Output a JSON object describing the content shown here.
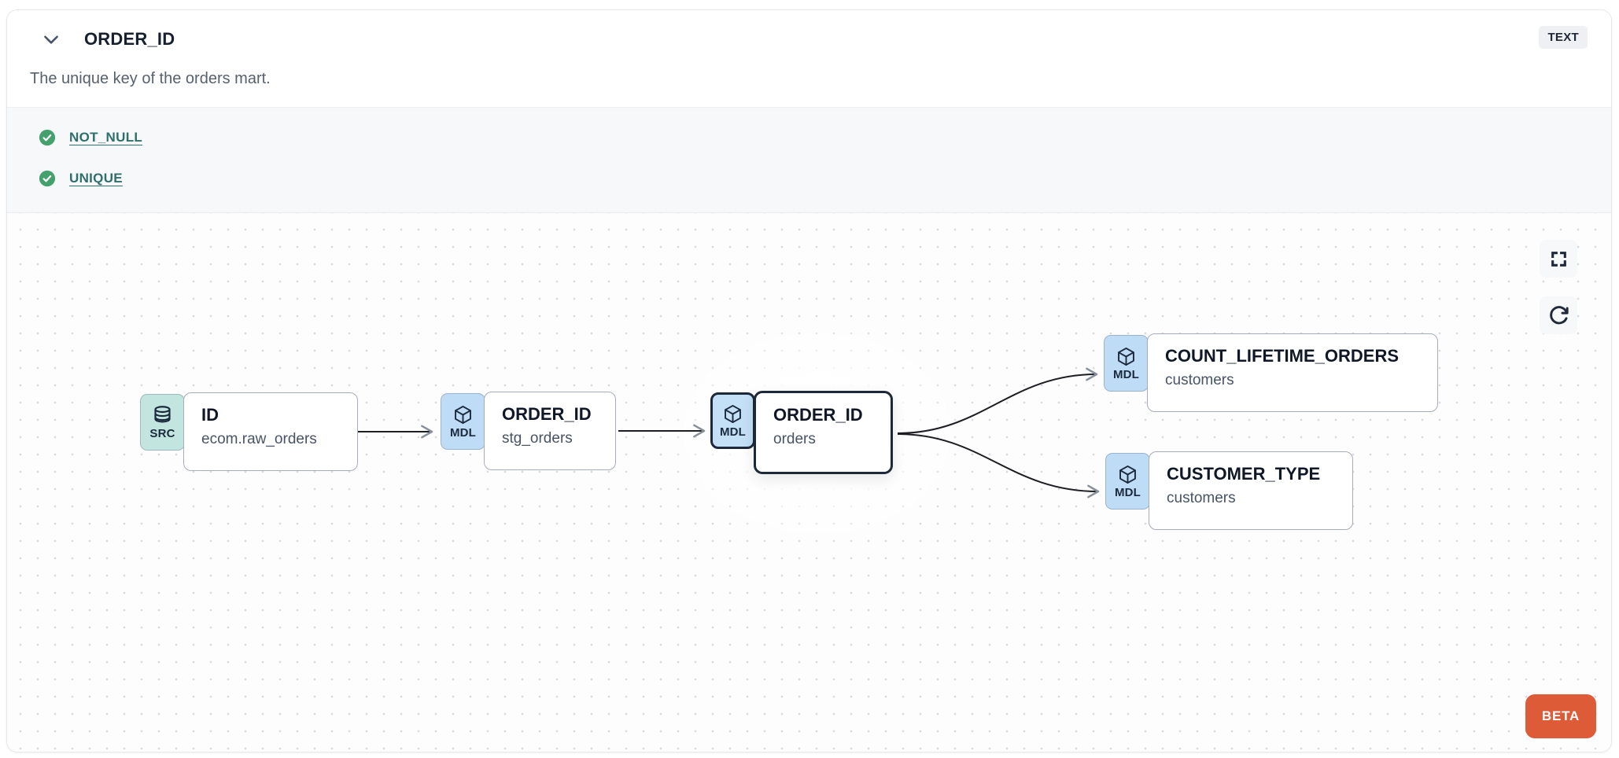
{
  "header": {
    "column_name": "ORDER_ID",
    "description": "The unique key of the orders mart.",
    "type_badge": "TEXT"
  },
  "tests": {
    "items": [
      {
        "name": "NOT_NULL",
        "status": "pass"
      },
      {
        "name": "UNIQUE",
        "status": "pass"
      }
    ]
  },
  "lineage": {
    "nodes": [
      {
        "badge": "SRC",
        "icon": "database-icon",
        "title": "ID",
        "subtitle": "ecom.raw_orders",
        "selected": false
      },
      {
        "badge": "MDL",
        "icon": "cube-icon",
        "title": "ORDER_ID",
        "subtitle": "stg_orders",
        "selected": false
      },
      {
        "badge": "MDL",
        "icon": "cube-icon",
        "title": "ORDER_ID",
        "subtitle": "orders",
        "selected": true
      },
      {
        "badge": "MDL",
        "icon": "cube-icon",
        "title": "COUNT_LIFETIME_ORDERS",
        "subtitle": "customers",
        "selected": false
      },
      {
        "badge": "MDL",
        "icon": "cube-icon",
        "title": "CUSTOMER_TYPE",
        "subtitle": "customers",
        "selected": false
      }
    ],
    "controls": [
      {
        "icon": "fullscreen-icon"
      },
      {
        "icon": "refresh-icon"
      }
    ],
    "beta_label": "BETA"
  },
  "colors": {
    "src_badge_bg": "#c2e5e0",
    "mdl_badge_bg": "#bedcf6",
    "selected_border": "#1d2939",
    "test_pass_green": "#44a16d",
    "test_link_teal": "#2f6f6c",
    "beta_orange": "#de5b38",
    "node_border": "#a7adb8",
    "canvas_bg": "#fdfdfe"
  }
}
